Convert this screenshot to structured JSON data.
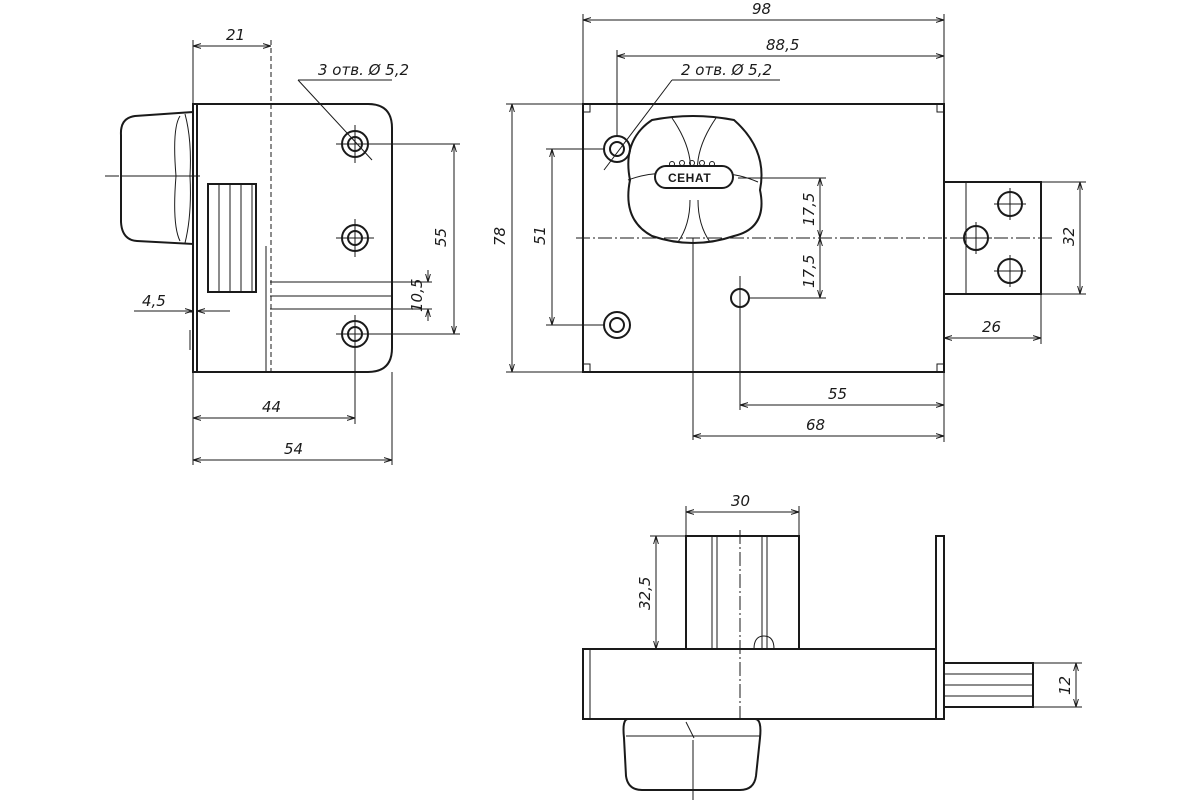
{
  "drawing": {
    "side_view": {
      "dim_21": "21",
      "dim_holes_note": "3 отв. Ø 5,2",
      "dim_55": "55",
      "dim_10_5": "10,5",
      "dim_4_5": "4,5",
      "dim_44": "44",
      "dim_54": "54"
    },
    "front_view": {
      "dim_98": "98",
      "dim_88_5": "88,5",
      "dim_holes_note": "2 отв. Ø 5,2",
      "dim_78": "78",
      "dim_51": "51",
      "dim_17_5_top": "17,5",
      "dim_17_5_bottom": "17,5",
      "dim_32": "32",
      "dim_26": "26",
      "dim_55": "55",
      "dim_68": "68",
      "brand_label": "СЕНАТ"
    },
    "top_view": {
      "dim_30": "30",
      "dim_32_5": "32,5",
      "dim_12": "12"
    }
  }
}
